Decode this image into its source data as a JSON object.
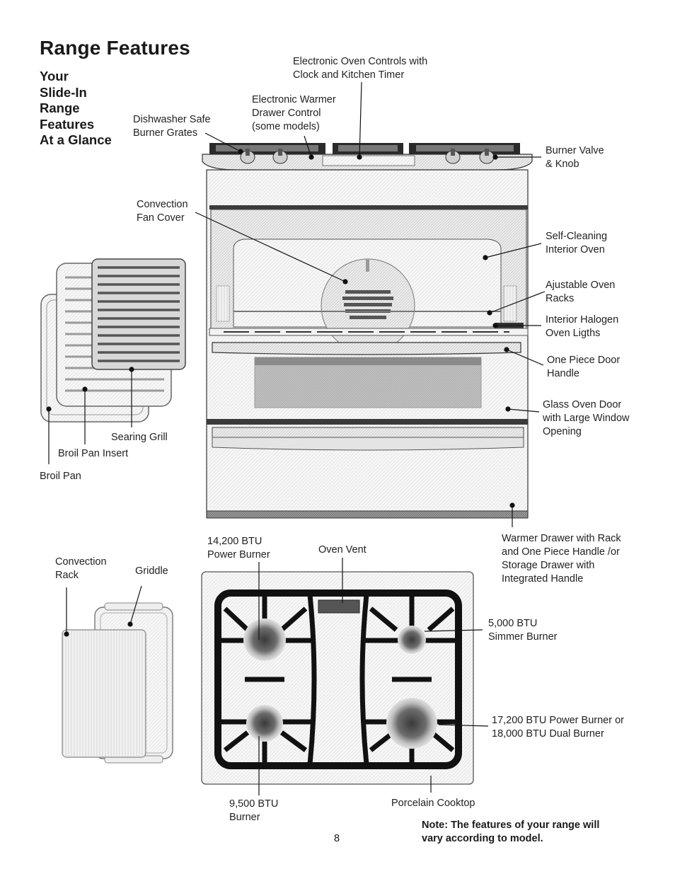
{
  "page": {
    "title": "Range Features",
    "subtitle_lines": [
      "Your",
      "Slide-In",
      "Range",
      "Features",
      "At a Glance"
    ],
    "page_number": "8",
    "note": "Note: The features of your range will\nvary according to model."
  },
  "labels": {
    "electronic_controls": "Electronic Oven Controls with\nClock and Kitchen Timer",
    "warmer_control": "Electronic Warmer\nDrawer Control\n(some models)",
    "burner_grates": "Dishwasher Safe\nBurner Grates",
    "burner_valve": "Burner Valve\n& Knob",
    "convection_fan": "Convection\nFan Cover",
    "self_cleaning": "Self-Cleaning\nInterior Oven",
    "oven_racks": "Ajustable Oven\nRacks",
    "halogen_lights": "Interior Halogen\nOven Ligths",
    "door_handle": "One Piece Door\nHandle",
    "glass_door": "Glass Oven Door\nwith Large Window\nOpening",
    "searing_grill": "Searing Grill",
    "broil_insert": "Broil Pan Insert",
    "broil_pan": "Broil Pan",
    "warmer_drawer": "Warmer Drawer with Rack\nand One Piece Handle /or\nStorage Drawer with\nIntegrated Handle",
    "power_burner_14200": "14,200 BTU\nPower Burner",
    "oven_vent": "Oven Vent",
    "convection_rack": "Convection\nRack",
    "griddle": "Griddle",
    "simmer_burner": "5,000 BTU\nSimmer Burner",
    "power_burner_17200": "17,200 BTU Power Burner or\n18,000 BTU Dual Burner",
    "burner_9500": "9,500 BTU\nBurner",
    "porcelain_cooktop": "Porcelain Cooktop"
  }
}
